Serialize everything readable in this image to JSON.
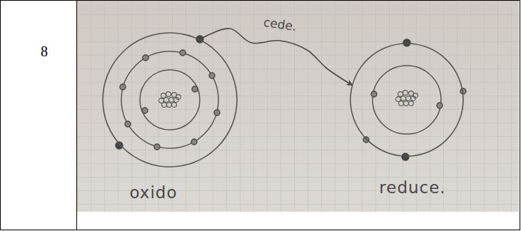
{
  "diagram": {
    "nodes": [
      {
        "text": [
          "oxido"
        ]
      },
      {
        "text": [
          "reduce."
        ]
      }
    ],
    "edges": [
      {
        "from": 0,
        "to": 1,
        "label": "cede.",
        "arrow": "to"
      }
    ],
    "labels": [
      "8"
    ]
  }
}
